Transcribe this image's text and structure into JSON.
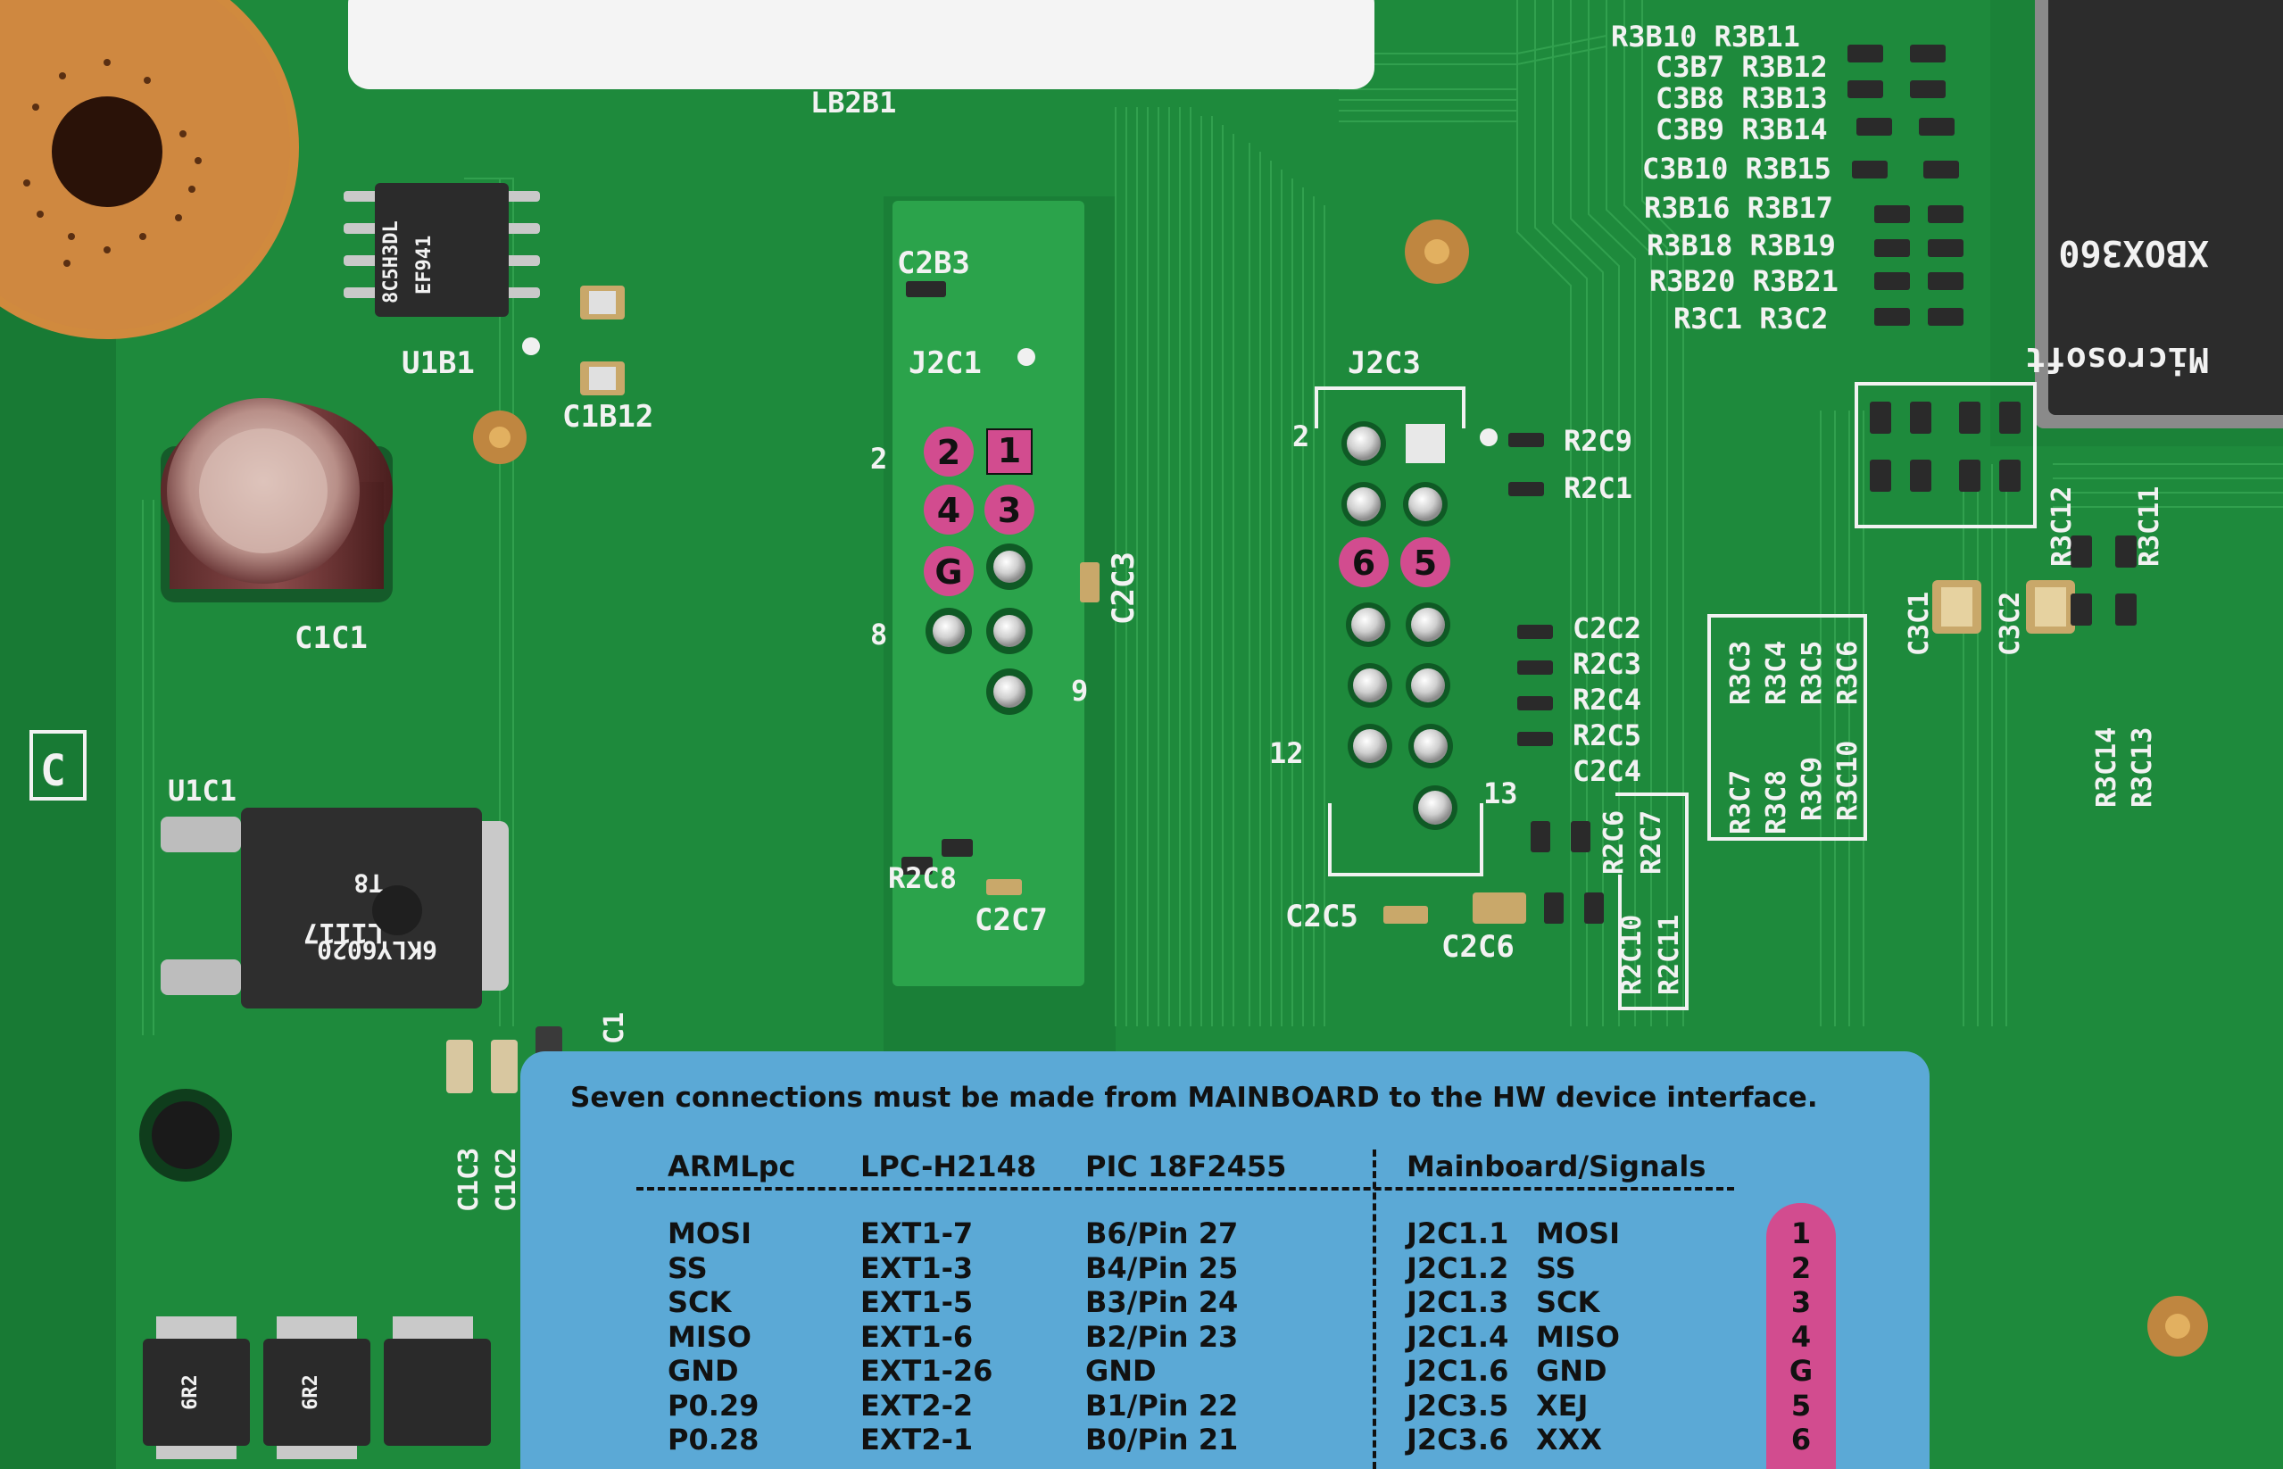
{
  "board": {
    "silkscreen": {
      "lb2b1": "LB2B1",
      "c2b3": "C2B3",
      "j2c1": "J2C1",
      "j2c3": "J2C3",
      "c1b12": "C1B12",
      "u1b1": "U1B1",
      "c1c1": "C1C1",
      "u1c1": "U1C1",
      "r2c8": "R2C8",
      "c2c7": "C2C7",
      "c2c3": "C2C3",
      "r2c9": "R2C9",
      "r2c1": "R2C1",
      "c2c2": "C2C2",
      "r2c3": "R2C3",
      "r2c4": "R2C4",
      "r2c5": "R2C5",
      "c2c4": "C2C4",
      "r2c6": "R2C6",
      "r2c7": "R2C7",
      "r2c10": "R2C10",
      "r2c11": "R2C11",
      "c2c5": "C2C5",
      "c2c6": "C2C6",
      "c1c3": "C1C3",
      "c1c2": "C1C2",
      "c1": "C1",
      "r3c7": "R3C7",
      "r3c8": "R3C8",
      "r3c3": "R3C3",
      "r3c4": "R3C4",
      "r3c9": "R3C9",
      "r3c5": "R3C5",
      "r3c10": "R3C10",
      "r3c6": "R3C6",
      "c3c1": "C3C1",
      "c3c2": "C3C2",
      "r3c12": "R3C12",
      "r3c11": "R3C11",
      "r3c14": "R3C14",
      "r3c13": "R3C13",
      "r3b_rows": [
        "R3B10 R3B11",
        "C3B7 R3B12",
        "C3B8 R3B13",
        "C3B9 R3B14",
        "C3B10 R3B15",
        "R3B16 R3B17",
        "R3B18 R3B19",
        "R3B20 R3B21",
        "R3C1 R3C2"
      ],
      "chip_u1b1": [
        "8C5H3DL",
        "EF941"
      ],
      "chip_u1c1": [
        "6KLY6020",
        "T8",
        "L1117"
      ],
      "cap_value": "6R2",
      "xbox_chip": "XBOX360",
      "ms_text": "Microsoft"
    },
    "j2c1_pin_labels": {
      "p2": "2",
      "p8": "8",
      "p9": "9"
    },
    "j2c3_pin_labels": {
      "p2": "2",
      "p12": "12",
      "p13": "13"
    },
    "marker_labels": [
      "1",
      "2",
      "3",
      "4",
      "G",
      "5",
      "6"
    ]
  },
  "panel": {
    "heading": "Seven connections must be made from MAINBOARD to the HW device interface.",
    "columns": [
      "ARMLpc",
      "LPC-H2148",
      "PIC 18F2455",
      "Mainboard/Signals"
    ],
    "rows": [
      {
        "arm": "MOSI",
        "lpc": "EXT1-7",
        "pic": "B6/Pin 27",
        "conn": "J2C1.1",
        "sig": "MOSI",
        "label": "1"
      },
      {
        "arm": "SS",
        "lpc": "EXT1-3",
        "pic": "B4/Pin 25",
        "conn": "J2C1.2",
        "sig": "SS",
        "label": "2"
      },
      {
        "arm": "SCK",
        "lpc": "EXT1-5",
        "pic": "B3/Pin 24",
        "conn": "J2C1.3",
        "sig": "SCK",
        "label": "3"
      },
      {
        "arm": "MISO",
        "lpc": "EXT1-6",
        "pic": "B2/Pin 23",
        "conn": "J2C1.4",
        "sig": "MISO",
        "label": "4"
      },
      {
        "arm": "GND",
        "lpc": "EXT1-26",
        "pic": "GND",
        "conn": "J2C1.6",
        "sig": "GND",
        "label": "G"
      },
      {
        "arm": "P0.29",
        "lpc": "EXT2-2",
        "pic": "B1/Pin 22",
        "conn": "J2C3.5",
        "sig": "XEJ",
        "label": "5"
      },
      {
        "arm": "P0.28",
        "lpc": "EXT2-1",
        "pic": "B0/Pin 21",
        "conn": "J2C3.6",
        "sig": "XXX",
        "label": "6"
      }
    ]
  },
  "colors": {
    "pcb": "#1e8a3c",
    "pcb_dark": "#146c2c",
    "trace": "#2fa04c",
    "copper": "#d08a3e",
    "marker": "#d24c8f",
    "panel": "#5ba9d6"
  }
}
